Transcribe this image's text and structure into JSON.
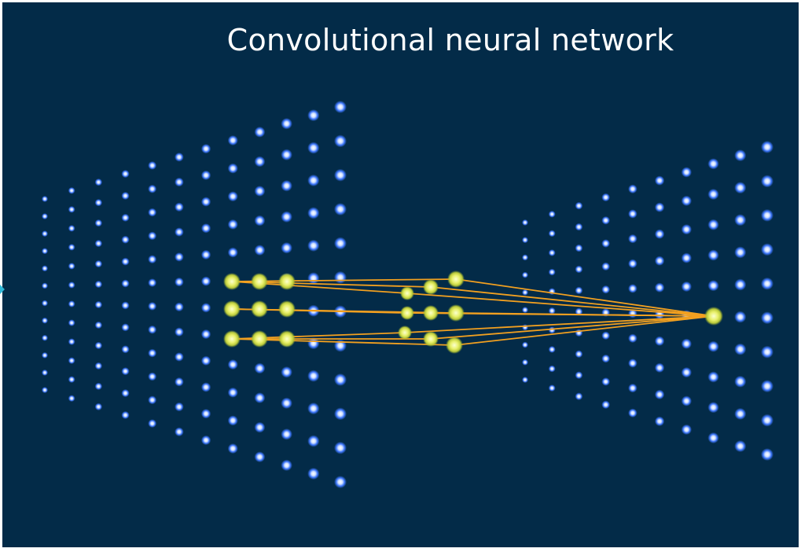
{
  "title": "Convolutional neural network",
  "colors": {
    "background": "#032b48",
    "border": "#ffffff",
    "neuron": "#3f78ff",
    "neuron_core": "#e6f0ff",
    "active_neuron": "#e8f06a",
    "connection": "#f2a020",
    "edge_arrow": "#2fb8d8"
  },
  "icons": {
    "neuron": "glowing-blue-dot",
    "active_neuron": "glowing-yellow-dot",
    "edge_arrow": "triangle-arrow-icon"
  },
  "diagram": {
    "input_layer": {
      "columns": 12
    },
    "hidden_layer": {
      "active_groups": 3
    },
    "output_layer": {
      "columns": 10
    }
  }
}
